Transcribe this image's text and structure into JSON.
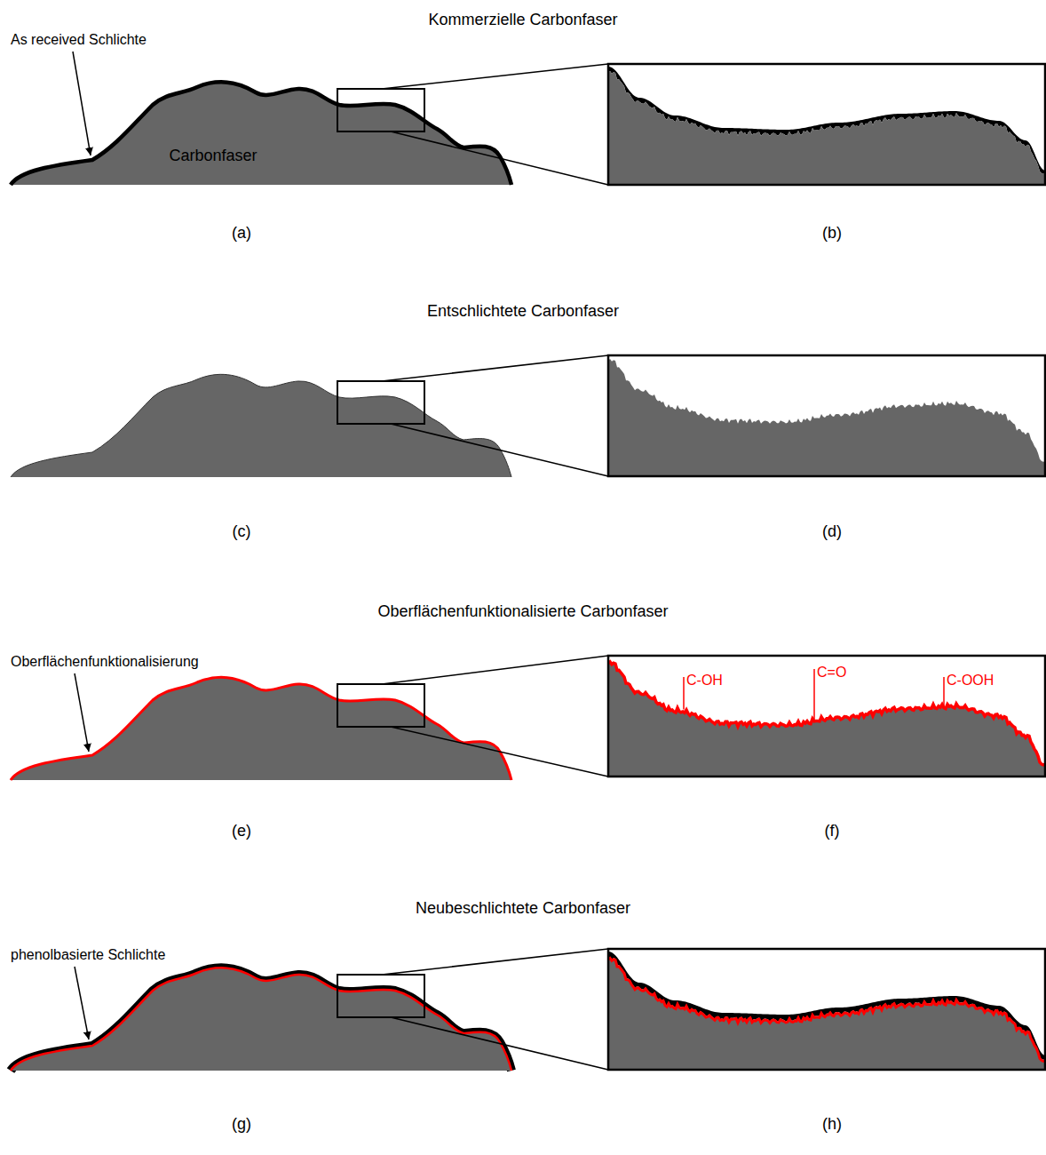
{
  "diagram": {
    "nodes": [
      {
        "text": [
          "Carbonfaser"
        ]
      },
      {
        "text": [
          "C-OH",
          "C=O",
          "C-OOH"
        ]
      }
    ],
    "labels": [
      "Kommerzielle Carbonfaser",
      "As received Schlichte",
      "(a)",
      "(b)",
      "Entschlichtete Carbonfaser",
      "(c)",
      "(d)",
      "Oberflächenfunktionalisierte Carbonfaser",
      "Oberflächenfunktionalisierung",
      "(e)",
      "(f)",
      "Neubeschlichtete Carbonfaser",
      "phenolbasierte Schlichte",
      "(g)",
      "(h)"
    ]
  }
}
